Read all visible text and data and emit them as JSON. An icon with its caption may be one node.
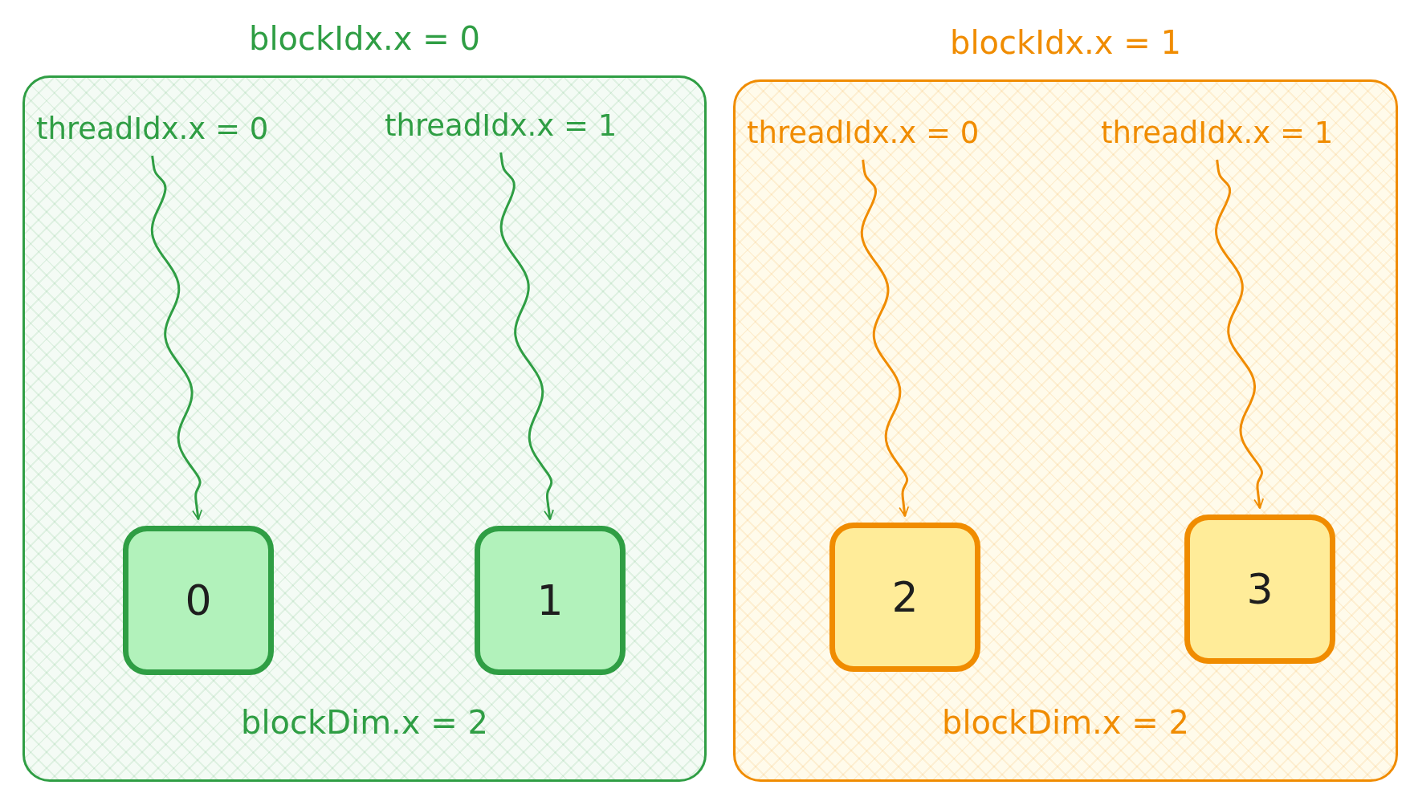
{
  "diagram": {
    "nodes": [
      {
        "text": [
          "blockIdx.x = 0",
          "blockDim.x = 2"
        ]
      },
      {
        "text": [
          "threadIdx.x = 0"
        ],
        "in": 0
      },
      {
        "text": [
          "threadIdx.x = 1"
        ],
        "in": 0
      },
      {
        "text": [
          "0"
        ],
        "in": 0
      },
      {
        "text": [
          "1"
        ],
        "in": 0
      },
      {
        "text": [
          "blockIdx.x = 1",
          "blockDim.x = 2"
        ]
      },
      {
        "text": [
          "threadIdx.x = 0"
        ],
        "in": 5
      },
      {
        "text": [
          "threadIdx.x = 1"
        ],
        "in": 5
      },
      {
        "text": [
          "2"
        ],
        "in": 5
      },
      {
        "text": [
          "3"
        ],
        "in": 5
      }
    ],
    "edges": [
      {
        "from": 1,
        "to": 3,
        "arrow": "to",
        "color": "#2f9e44"
      },
      {
        "from": 2,
        "to": 4,
        "arrow": "to",
        "color": "#2f9e44"
      },
      {
        "from": 6,
        "to": 8,
        "arrow": "to",
        "color": "#f08c00"
      },
      {
        "from": 7,
        "to": 9,
        "arrow": "to",
        "color": "#f08c00"
      }
    ]
  }
}
